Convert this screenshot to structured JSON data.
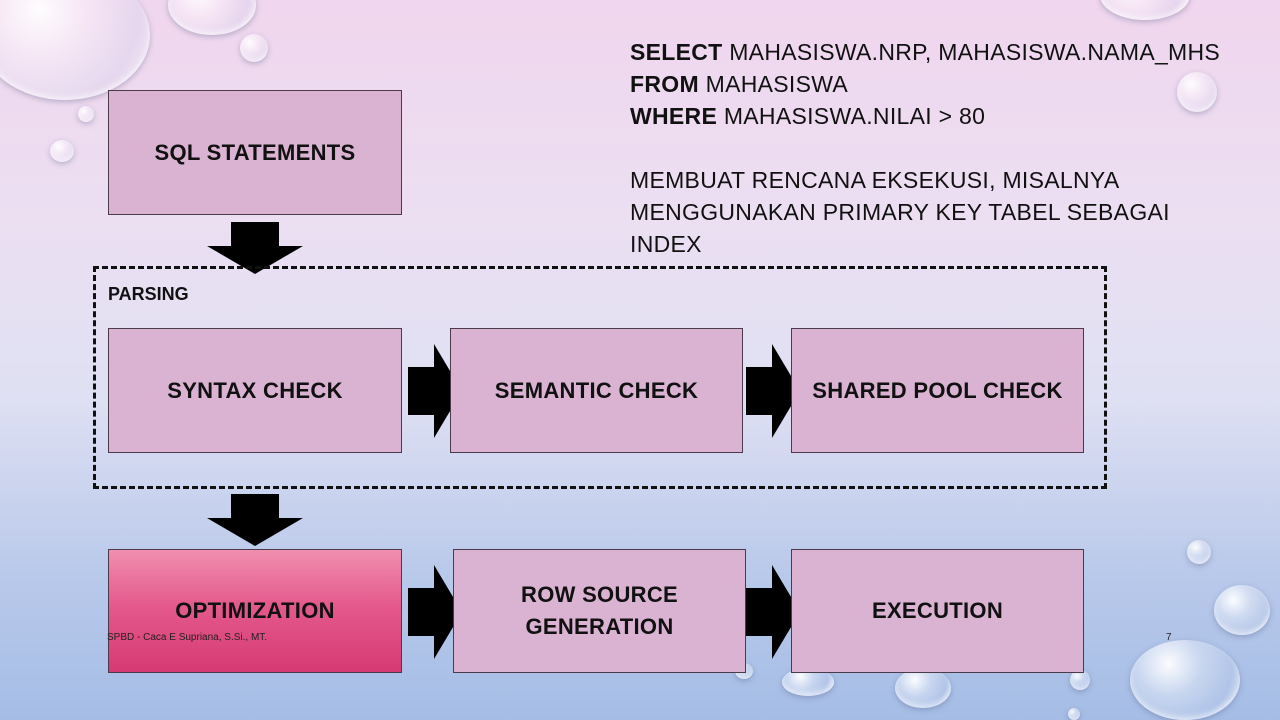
{
  "sql": {
    "lines": [
      {
        "keyword": "SELECT",
        "text": " MAHASISWA.NRP, MAHASISWA.NAMA_MHS"
      },
      {
        "keyword": "FROM",
        "text": " MAHASISWA"
      },
      {
        "keyword": "WHERE",
        "text": " MAHASISWA.NILAI > 80"
      }
    ],
    "note_lines": [
      "MEMBUAT RENCANA EKSEKUSI, MISALNYA",
      "MENGGUNAKAN PRIMARY KEY TABEL SEBAGAI",
      "INDEX"
    ]
  },
  "boxes": {
    "sql_statements": "SQL STATEMENTS",
    "syntax_check": "SYNTAX CHECK",
    "semantic_check": "SEMANTIC CHECK",
    "shared_pool_check": "SHARED POOL CHECK",
    "optimization": "OPTIMIZATION",
    "row_source_line1": "ROW SOURCE",
    "row_source_line2": "GENERATION",
    "execution": "EXECUTION"
  },
  "parsing_label": "PARSING",
  "footer": {
    "author": "SPBD - Caca E Supriana, S.Si., MT.",
    "page_number": "7"
  },
  "colors": {
    "box_fill": "#d9b3d1",
    "highlight_fill": "#d63a72",
    "arrow": "#000000"
  }
}
